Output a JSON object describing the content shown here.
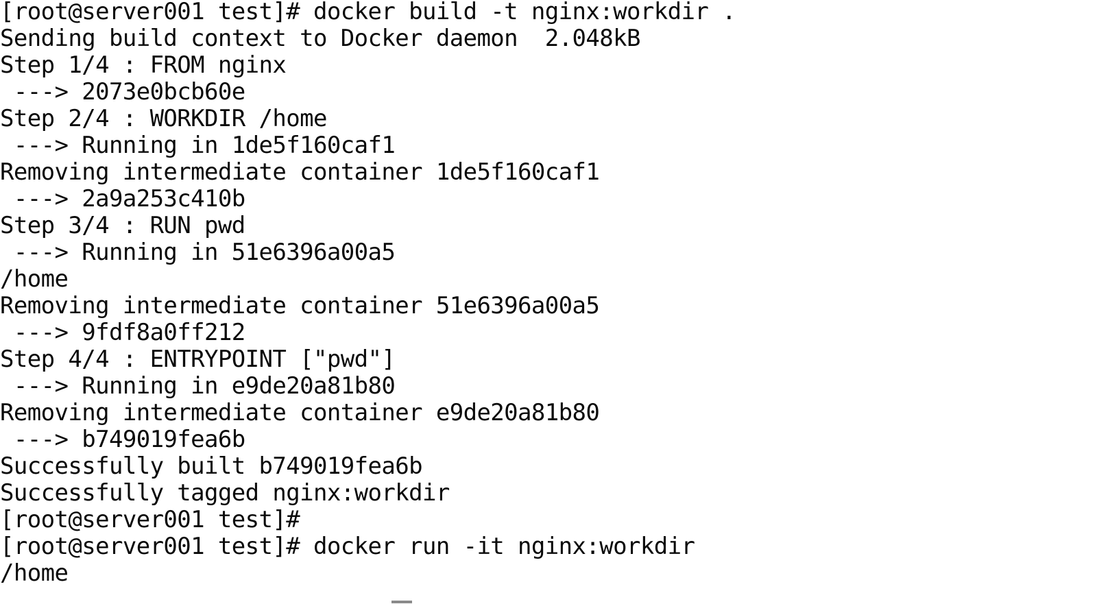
{
  "terminal": {
    "prompt": "[root@server001 test]#",
    "background_color": "#ffffff",
    "text_color": "#0a0a0a",
    "cursor_color": "#8a8a8a",
    "commands": [
      "docker build -t nginx:workdir .",
      "docker run -it nginx:workdir"
    ],
    "image_tag": "nginx:workdir",
    "base_image": "nginx",
    "workdir": "/home",
    "build_context_size": "2.048kB",
    "total_steps": 4,
    "steps": [
      {
        "index": "1/4",
        "instruction": "FROM nginx",
        "layer_id": "2073e0bcb60e"
      },
      {
        "index": "2/4",
        "instruction": "WORKDIR /home",
        "container_id": "1de5f160caf1",
        "layer_id": "2a9a253c410b"
      },
      {
        "index": "3/4",
        "instruction": "RUN pwd",
        "container_id": "51e6396a00a5",
        "output": "/home",
        "layer_id": "9fdf8a0ff212"
      },
      {
        "index": "4/4",
        "instruction": "ENTRYPOINT [\"pwd\"]",
        "container_id": "e9de20a81b80",
        "layer_id": "b749019fea6b"
      }
    ],
    "final_image_id": "b749019fea6b",
    "run_output": "/home",
    "lines": [
      "[root@server001 test]# docker build -t nginx:workdir .",
      "Sending build context to Docker daemon  2.048kB",
      "Step 1/4 : FROM nginx",
      " ---> 2073e0bcb60e",
      "Step 2/4 : WORKDIR /home",
      " ---> Running in 1de5f160caf1",
      "Removing intermediate container 1de5f160caf1",
      " ---> 2a9a253c410b",
      "Step 3/4 : RUN pwd",
      " ---> Running in 51e6396a00a5",
      "/home",
      "Removing intermediate container 51e6396a00a5",
      " ---> 9fdf8a0ff212",
      "Step 4/4 : ENTRYPOINT [\"pwd\"]",
      " ---> Running in e9de20a81b80",
      "Removing intermediate container e9de20a81b80",
      " ---> b749019fea6b",
      "Successfully built b749019fea6b",
      "Successfully tagged nginx:workdir",
      "[root@server001 test]#",
      "[root@server001 test]# docker run -it nginx:workdir",
      "/home"
    ]
  }
}
